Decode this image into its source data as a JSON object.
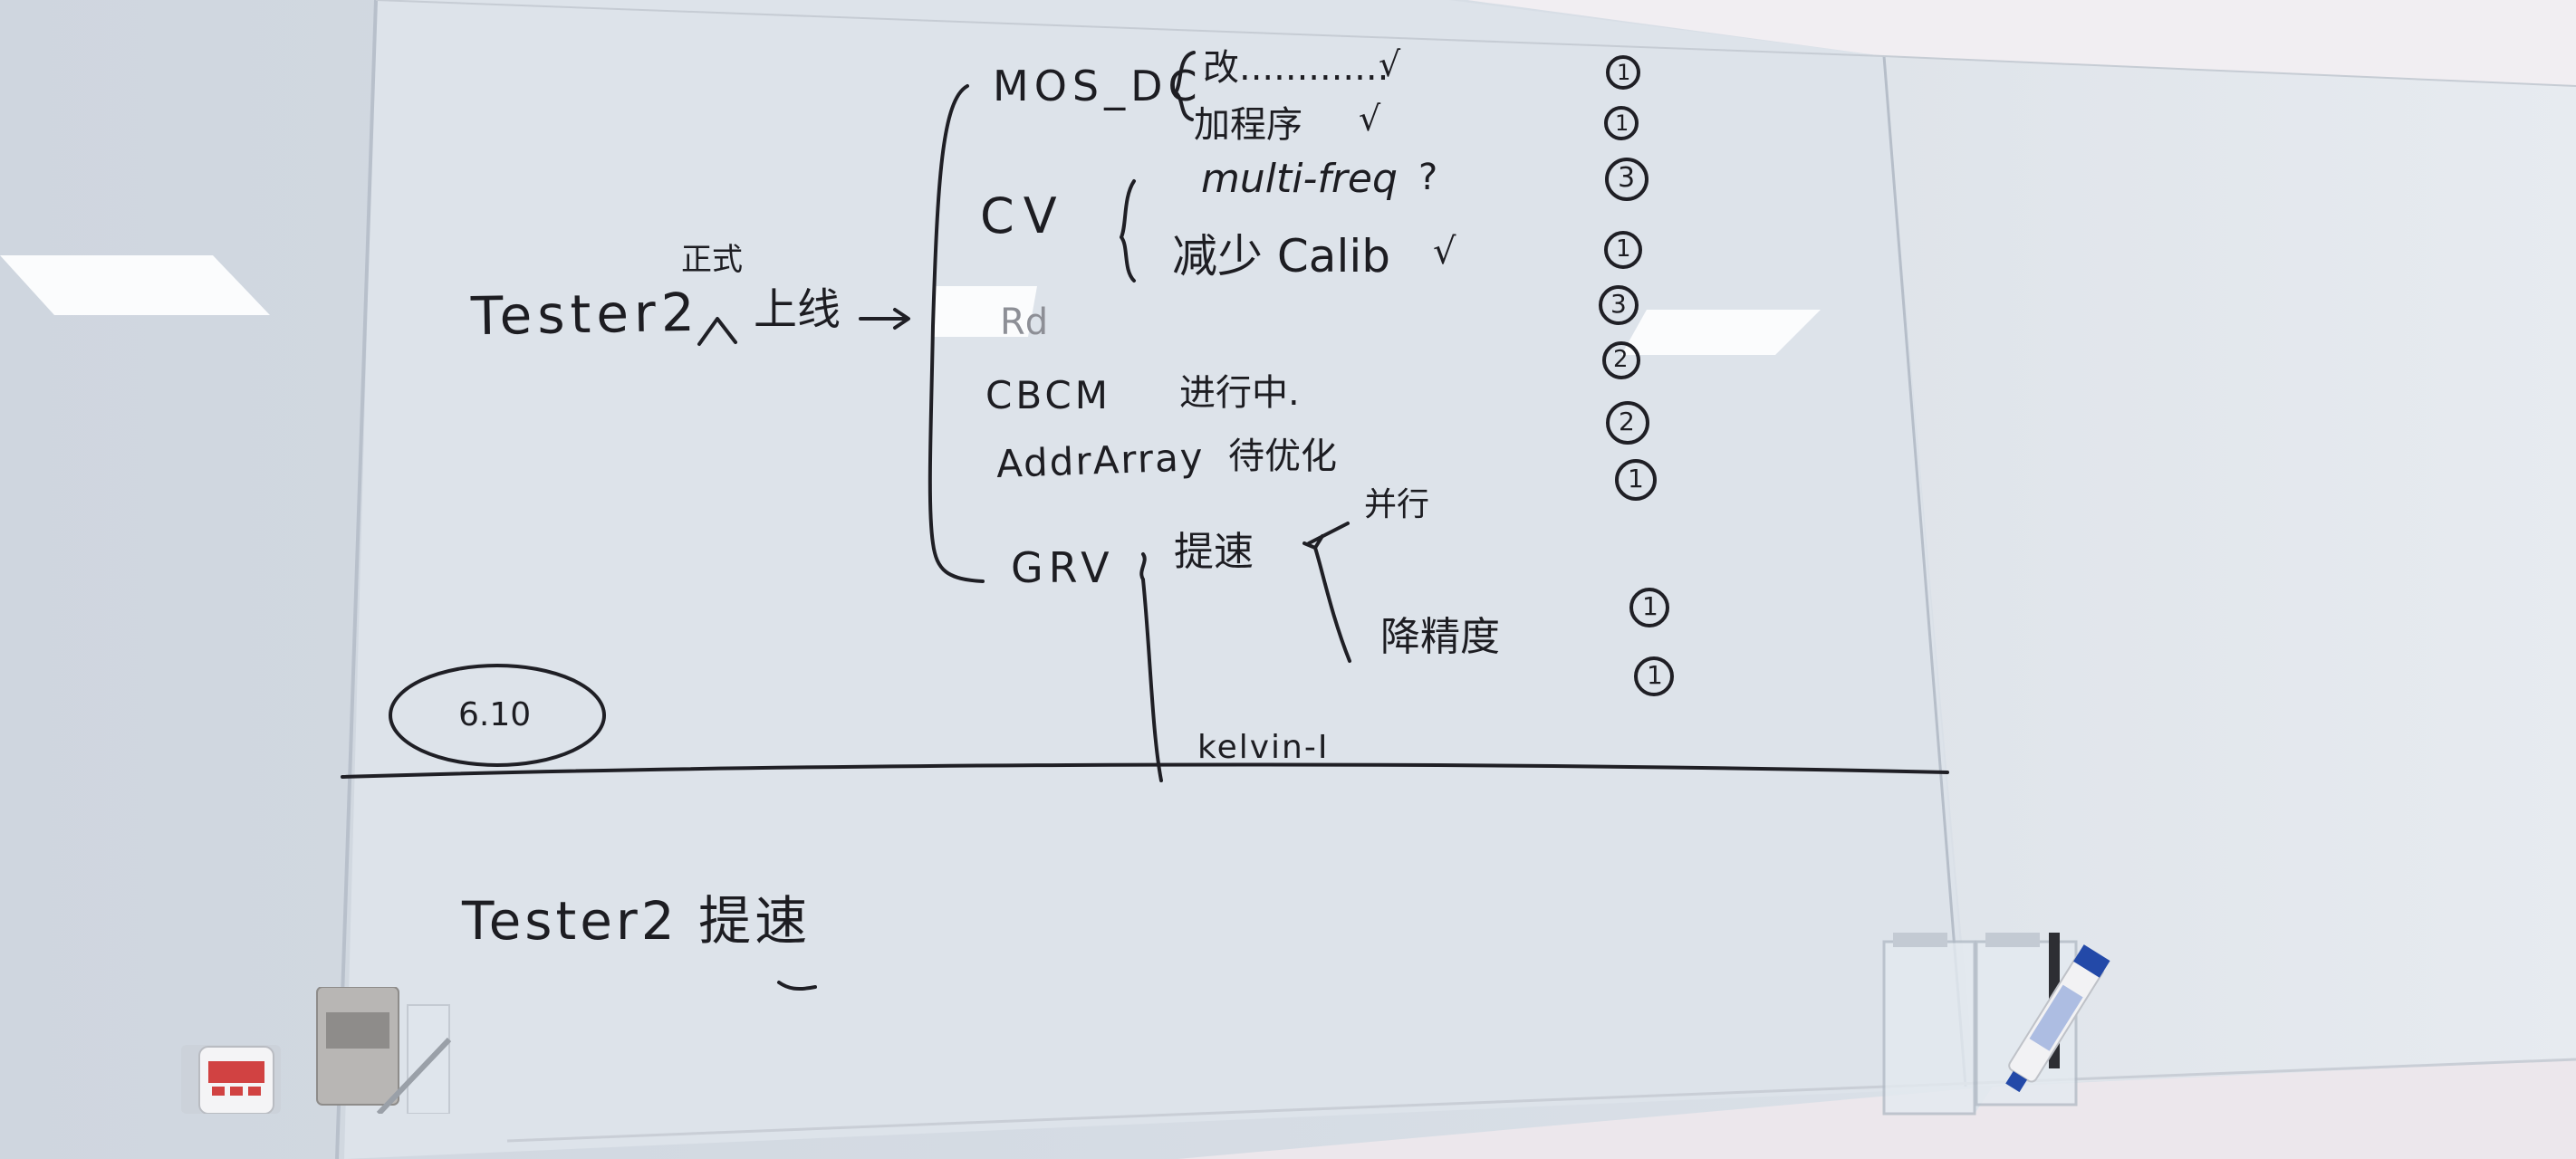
{
  "board": {
    "left_tree": {
      "root_label": "Tester2",
      "above_caret": "正式",
      "online_label": "上线",
      "arrow": "—>"
    },
    "items": [
      {
        "name": "MOS_DC",
        "subs": [
          {
            "text": "改.............",
            "mark": "√",
            "priority": "1"
          },
          {
            "text": "加程序",
            "mark": "√",
            "priority": "1"
          }
        ]
      },
      {
        "name": "CV",
        "subs": [
          {
            "text": "multi-freq",
            "mark": "?",
            "priority": "3"
          },
          {
            "text": "减少 Calib",
            "mark": "√",
            "priority": "1"
          }
        ]
      },
      {
        "name": "Rd",
        "subs": [],
        "priority": "3"
      },
      {
        "name": "CBCM",
        "note": "进行中.",
        "priority": "2"
      },
      {
        "name": "AddrArray",
        "note": "待优化",
        "priority": "2"
      },
      {
        "name": "GRV",
        "subs": [
          {
            "text": "提速",
            "priority": "1"
          },
          {
            "text": "并行"
          },
          {
            "text": "降精度",
            "priority": "1"
          },
          {
            "text": "kelvin-I"
          }
        ]
      }
    ],
    "date_circle": "6.10",
    "bottom_note": "Tester2 提速"
  },
  "colors": {
    "board": "#dde3ea",
    "ink": "#1f1f25",
    "wall": "#f1eef2"
  },
  "icons": [
    "light-reflection-icon",
    "thermostat-icon",
    "marker-holder-icon",
    "marker-pen-icon"
  ]
}
